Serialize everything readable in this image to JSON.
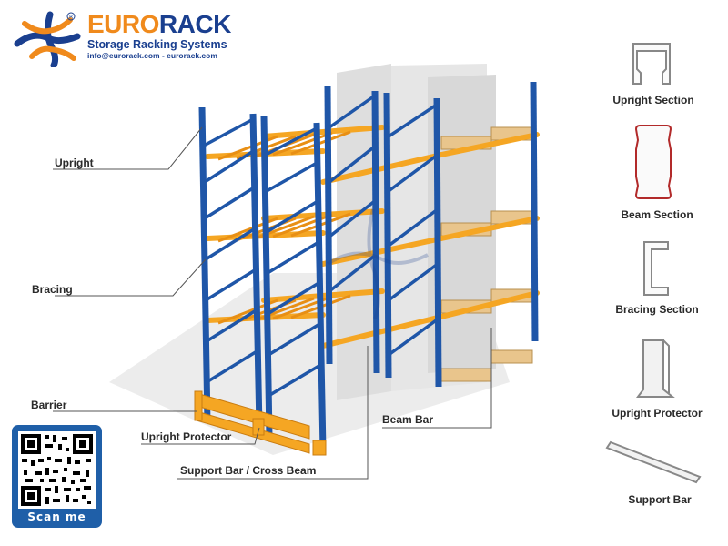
{
  "brand": {
    "name_part1": "EURO",
    "name_part2": "RACK",
    "tagline": "Storage Racking Systems",
    "contact": "info@eurorack.com - eurorack.com",
    "registered_mark": "®"
  },
  "callouts": {
    "upright": "Upright",
    "bracing": "Bracing",
    "barrier": "Barrier",
    "upright_protector": "Upright Protector",
    "support_bar": "Support Bar / Cross Beam",
    "beam_bar": "Beam Bar"
  },
  "sections": [
    {
      "id": "upright-section",
      "label": "Upright Section"
    },
    {
      "id": "beam-section",
      "label": "Beam Section"
    },
    {
      "id": "bracing-section",
      "label": "Bracing Section"
    },
    {
      "id": "upright-protector",
      "label": "Upright Protector"
    },
    {
      "id": "support-bar",
      "label": "Support Bar"
    }
  ],
  "qr": {
    "scan_label": "Scan me"
  },
  "colors": {
    "upright_blue": "#1f56a8",
    "beam_orange": "#f5a623",
    "pallet_wood": "#e9c58c",
    "brand_orange": "#f08a1c",
    "brand_blue": "#1a3f8f"
  }
}
